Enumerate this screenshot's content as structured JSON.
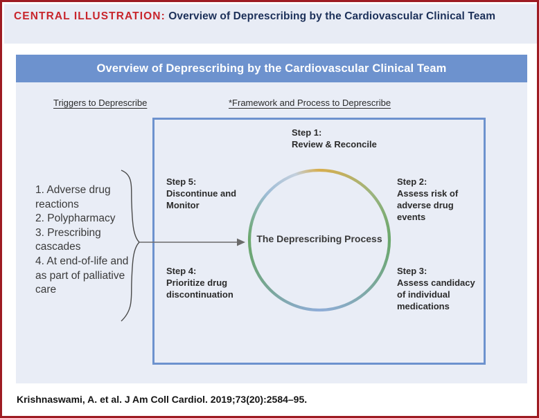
{
  "header": {
    "central_illustration_label": "CENTRAL ILLUSTRATION:",
    "title": " Overview of Deprescribing by the Cardiovascular Clinical Team"
  },
  "title_bar": {
    "text": "Overview of Deprescribing by the Cardiovascular Clinical Team"
  },
  "columns": {
    "left_heading": "Triggers to Deprescribe",
    "right_heading": "*Framework and Process to Deprescribe"
  },
  "triggers": {
    "items": [
      "1. Adverse drug reactions",
      "2. Polypharmacy",
      "3. Prescribing cascades",
      "4. At end-of-life and as part of palliative care"
    ],
    "text": "1. Adverse drug reactions 2. Polypharmacy 3. Prescribing cascades 4. At end-of-life and as part of palliative care"
  },
  "process": {
    "center_label": "The Deprescribing Process",
    "steps": [
      {
        "id": "step-1",
        "number": "Step 1:",
        "label": "Review & Reconcile",
        "text": "Step 1: Review & Reconcile",
        "position": "top"
      },
      {
        "id": "step-2",
        "number": "Step 2:",
        "label": "Assess risk of adverse drug events",
        "text": "Step 2: Assess risk of adverse drug events",
        "position": "right-upper"
      },
      {
        "id": "step-3",
        "number": "Step 3:",
        "label": "Assess candidacy of individual medications",
        "text": "Step 3: Assess candidacy of individual medications",
        "position": "right-lower"
      },
      {
        "id": "step-4",
        "number": "Step 4:",
        "label": "Prioritize drug discontinuation",
        "text": "Step 4: Prioritize drug discontinuation",
        "position": "left-lower"
      },
      {
        "id": "step-5",
        "number": "Step 5:",
        "label": "Discontinue and Monitor",
        "text": "Step 5: Discontinue and Monitor",
        "position": "left-upper"
      }
    ]
  },
  "citation": {
    "text": "Krishnaswami, A. et al. J Am Coll Cardiol. 2019;73(20):2584–95."
  },
  "colors": {
    "outer_border_red": "#9e1b22",
    "label_red": "#c8252c",
    "title_navy": "#1c3059",
    "title_bar_blue": "#6d92ce",
    "panel_background": "#e9edf6",
    "header_band_background": "#e8ecf5",
    "circle_gold": "#d7ae4e",
    "circle_green": "#6aa76b",
    "circle_blue": "#8fadd8",
    "arrow_gray": "#6b6b6b"
  }
}
